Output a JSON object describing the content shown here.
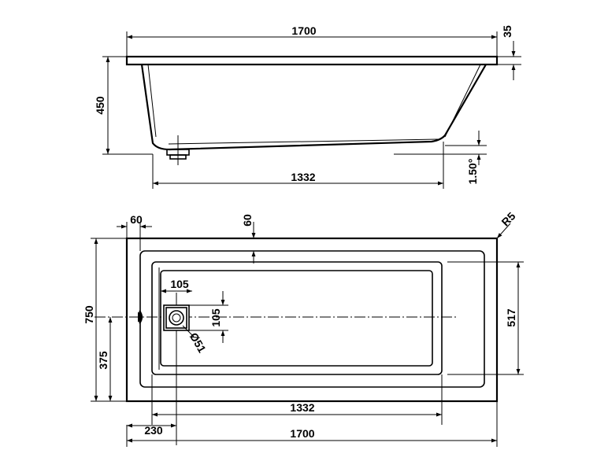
{
  "side_view": {
    "dims": {
      "overall_length": "1700",
      "rim_thickness": "35",
      "height": "450",
      "bottom_length": "1332",
      "slope": "1.50°"
    }
  },
  "top_view": {
    "dims": {
      "rim_left": "60",
      "rim_top": "60",
      "corner_radius": "R5",
      "width": "750",
      "drain_center_from_edge": "375",
      "drain_offset_x": "105",
      "drain_offset_y": "105",
      "drain_diameter": "Ø51",
      "inner_width": "517",
      "bottom_length": "1332",
      "drain_position": "230",
      "overall_length": "1700"
    }
  }
}
